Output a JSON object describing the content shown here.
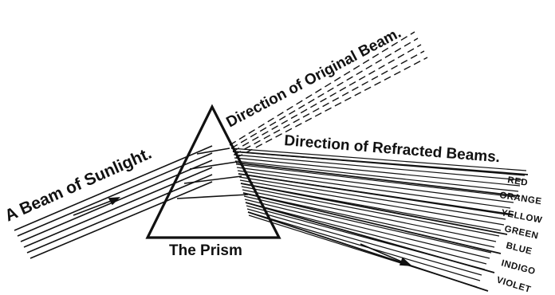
{
  "labels": {
    "sunlight": "A Beam of Sunlight.",
    "original": "Direction of Original Beam.",
    "refracted": "Direction of Refracted Beams.",
    "prism": "The Prism"
  },
  "colors": [
    "RED",
    "ORANGE",
    "YELLOW",
    "GREEN",
    "BLUE",
    "INDIGO",
    "VIOLET"
  ],
  "ink": "#111111",
  "background": "#ffffff"
}
